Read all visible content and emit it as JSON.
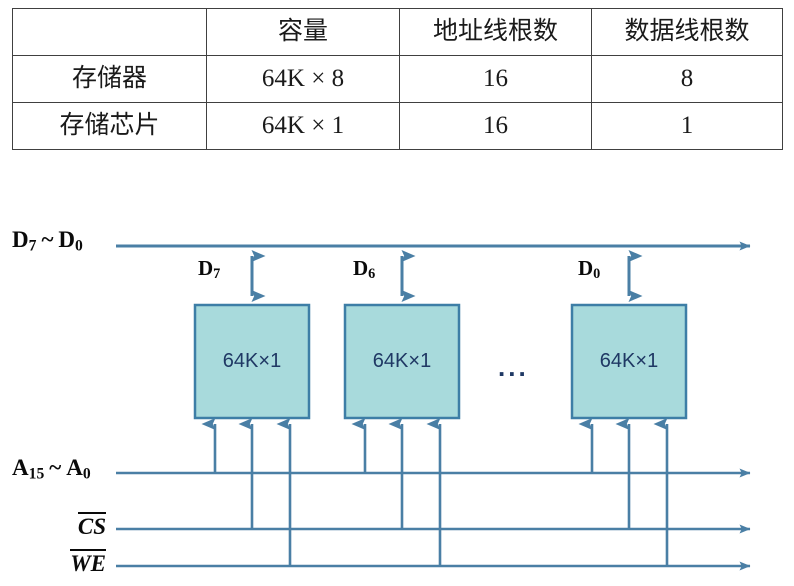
{
  "table": {
    "headers": [
      "",
      "容量",
      "地址线根数",
      "数据线根数"
    ],
    "rows": [
      [
        "存储器",
        "64K × 8",
        "16",
        "8"
      ],
      [
        "存储芯片",
        "64K × 1",
        "16",
        "1"
      ]
    ]
  },
  "diagram": {
    "bus_labels": {
      "data_bus": {
        "main": "D",
        "sub1": "7",
        "tilde": "~",
        "main2": "D",
        "sub2": "0"
      },
      "address_bus": {
        "main": "A",
        "sub1": "15",
        "tilde": "~",
        "main2": "A",
        "sub2": "0"
      },
      "chip_select": "CS",
      "write_enable": "WE"
    },
    "data_line_labels": [
      {
        "main": "D",
        "sub": "7"
      },
      {
        "main": "D",
        "sub": "6"
      },
      {
        "main": "D",
        "sub": "0"
      }
    ],
    "chips": [
      {
        "label": "64K×1"
      },
      {
        "label": "64K×1"
      },
      {
        "label": "64K×1"
      }
    ],
    "ellipsis": "...",
    "colors": {
      "chip_fill": "#a8dadc",
      "chip_stroke": "#3d7ea6",
      "line": "#4a7fa5",
      "chip_text": "#1f3864",
      "table_border": "#404040",
      "label_text": "#0a0a0a"
    }
  }
}
